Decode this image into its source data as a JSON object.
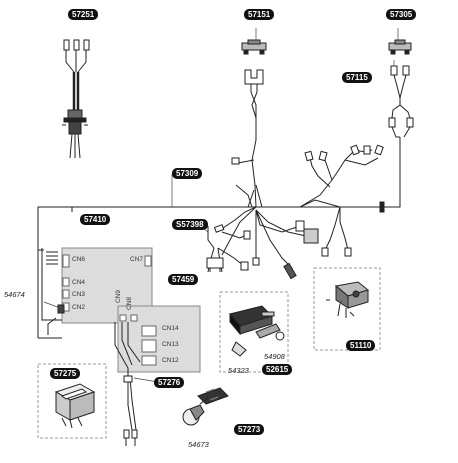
{
  "part_labels": {
    "p57251": "57251",
    "p57151": "57151",
    "p57305": "57305",
    "p57115": "57115",
    "p57309": "57309",
    "p57410": "57410",
    "p57398": "S57398",
    "p57459": "57459",
    "p51110": "51110",
    "p52615": "52615",
    "p57275": "57275",
    "p57276": "57276",
    "p57273": "57273"
  },
  "ref_labels": {
    "r54674": "54674",
    "r54908": "54908",
    "r54323": "54323",
    "r54673": "54673"
  },
  "connector_labels": {
    "cn6": "CN6",
    "cn7": "CN7",
    "cn4": "CN4",
    "cn3": "CN3",
    "cn2": "CN2",
    "cn9": "CN9",
    "cn8": "CN8",
    "cn14": "CN14",
    "cn13": "CN13",
    "cn12": "CN12"
  },
  "colors": {
    "line": "#222222",
    "board_fill": "#dcdcdc",
    "board_stroke": "#888888",
    "dashed_box": "#999999",
    "label_bg": "#111111",
    "label_text": "#ffffff"
  }
}
